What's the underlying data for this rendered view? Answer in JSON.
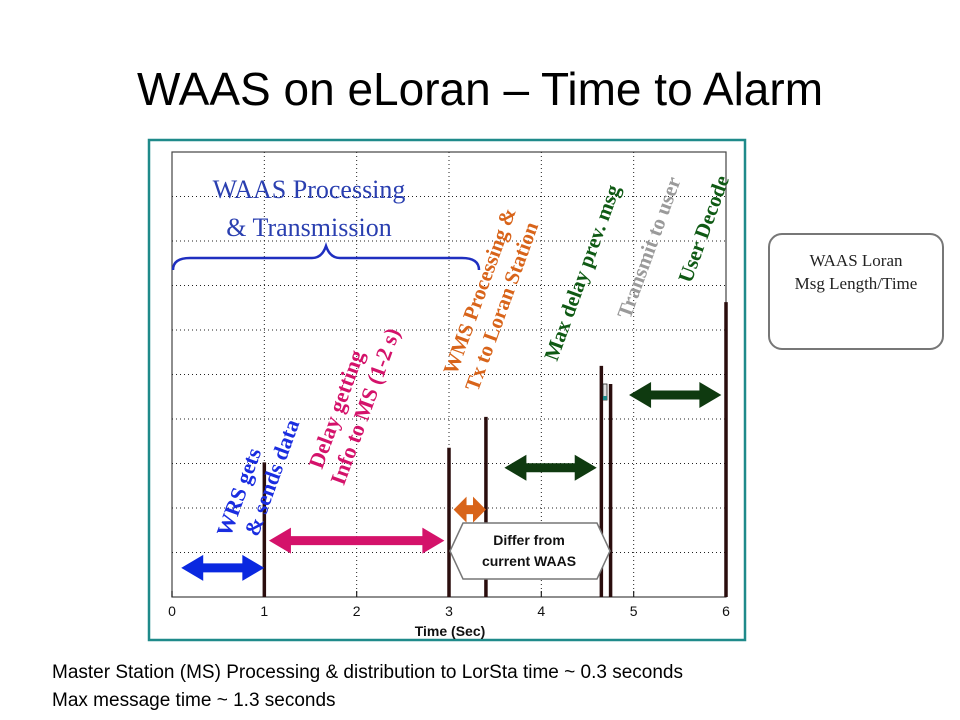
{
  "title": "WAAS on eLoran – Time to Alarm",
  "chart": {
    "xlabel": "Time (Sec)",
    "xlim": [
      0,
      6
    ],
    "ticks": [
      "0",
      "1",
      "2",
      "3",
      "4",
      "5",
      "6"
    ],
    "grid": true,
    "bracket_label": [
      "WAAS Processing",
      "& Transmission"
    ],
    "differ_label": [
      "Differ from",
      "current WAAS"
    ],
    "events": [
      {
        "t": 1.0,
        "height": 0.74
      },
      {
        "t": 3.0,
        "height": 0.82
      },
      {
        "t": 3.4,
        "height": 0.99
      },
      {
        "t": 4.65,
        "height": 1.27
      },
      {
        "t": 4.75,
        "height": 1.17
      },
      {
        "t": 6.0,
        "height": 1.62
      }
    ],
    "intervals": [
      {
        "start": 0.1,
        "end": 1.0,
        "row": 0.16,
        "color": "#0a28e0"
      },
      {
        "start": 1.05,
        "end": 2.95,
        "row": 0.31,
        "color": "#d4126a"
      },
      {
        "start": 3.05,
        "end": 3.4,
        "row": 0.48,
        "color": "#d8641a"
      },
      {
        "start": 3.6,
        "end": 4.6,
        "row": 0.71,
        "color": "#0f3a10"
      },
      {
        "start": 4.95,
        "end": 5.95,
        "row": 1.11,
        "color": "#0f3a10"
      }
    ],
    "labels": [
      {
        "lines": [
          "WRS gets",
          "& sends data"
        ],
        "color": "#1a2de0"
      },
      {
        "lines": [
          "Delay getting",
          "Info to MS (1-2 s)"
        ],
        "color": "#d4126a"
      },
      {
        "lines": [
          "WMS Processing &",
          "Tx to Loran Station"
        ],
        "color": "#d8641a"
      },
      {
        "lines": [
          "Max delay prev. msg"
        ],
        "color": "#0f5a14"
      },
      {
        "lines": [
          "Transmit to user"
        ],
        "color": "#9a9a9a"
      },
      {
        "lines": [
          "User Decode"
        ],
        "color": "#0f5a14"
      }
    ]
  },
  "legend": {
    "lines": [
      "WAAS Loran",
      "Msg Length/Time"
    ],
    "arrow_color": "#0f3a10"
  },
  "notes": [
    "Master Station (MS) Processing & distribution to LorSta time ~ 0.3 seconds",
    "Max message time ~ 1.3 seconds"
  ]
}
